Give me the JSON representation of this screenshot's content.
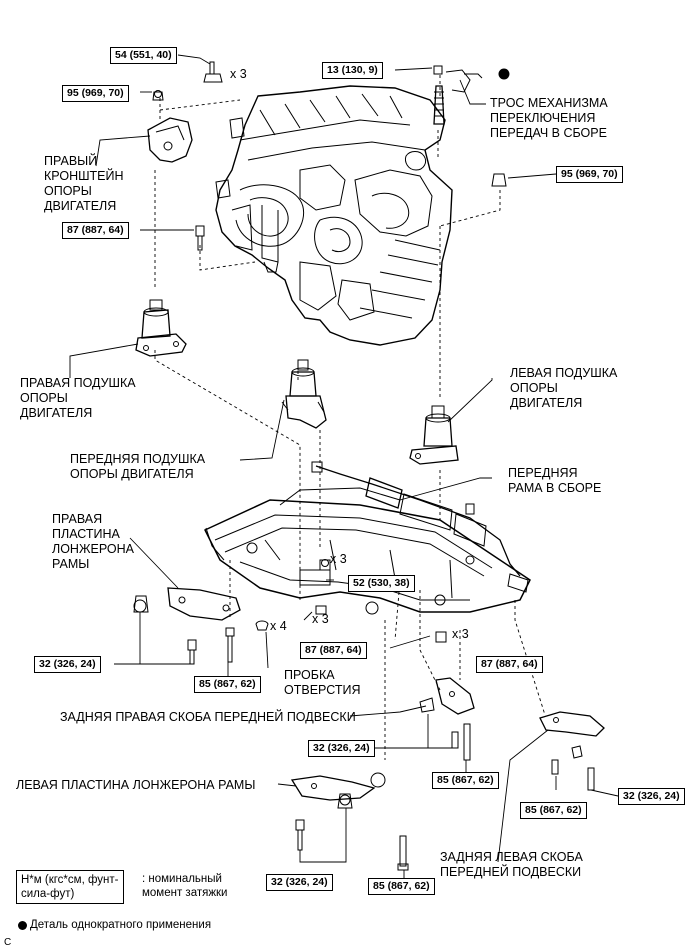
{
  "torques": {
    "t1": "54 (551, 40)",
    "t2": "95 (969, 70)",
    "t3": "13 (130, 9)",
    "t4": "95 (969, 70)",
    "t5": "87 (887, 64)",
    "t6": "52 (530, 38)",
    "t7": "87 (887, 64)",
    "t8": "87 (887, 64)",
    "t9": "32 (326, 24)",
    "t10": "85 (867, 62)",
    "t11": "32 (326, 24)",
    "t12": "85 (867, 62)",
    "t13": "85 (867, 62)",
    "t14": "32 (326, 24)",
    "t15": "32 (326, 24)",
    "t16": "85 (867, 62)"
  },
  "multipliers": {
    "m1": "x 3",
    "m2": "x 3",
    "m3": "x 3",
    "m4": "x 4",
    "m5": "x 3"
  },
  "parts": {
    "right_bracket": "ПРАВЫЙ\nКРОНШТЕЙН\nОПОРЫ\nДВИГАТЕЛЯ",
    "shift_cable": "ТРОС МЕХАНИЗМА\nПЕРЕКЛЮЧЕНИЯ\nПЕРЕДАЧ В СБОРЕ",
    "right_mount": "ПРАВАЯ ПОДУШКА\nОПОРЫ\nДВИГАТЕЛЯ",
    "left_mount": "ЛЕВАЯ ПОДУШКА\nОПОРЫ\nДВИГАТЕЛЯ",
    "front_mount": "ПЕРЕДНЯЯ ПОДУШКА\nОПОРЫ ДВИГАТЕЛЯ",
    "front_frame": "ПЕРЕДНЯЯ\nРАМА В СБОРЕ",
    "right_plate": "ПРАВАЯ\nПЛАСТИНА\nЛОНЖЕРОНА\nРАМЫ",
    "hole_plug": "ПРОБКА\nОТВЕРСТИЯ",
    "rear_right_brace": "ЗАДНЯЯ ПРАВАЯ СКОБА ПЕРЕДНЕЙ ПОДВЕСКИ",
    "left_plate": "ЛЕВАЯ ПЛАСТИНА ЛОНЖЕРОНА РАМЫ",
    "rear_left_brace": "ЗАДНЯЯ ЛЕВАЯ СКОБА\nПЕРЕДНЕЙ ПОДВЕСКИ"
  },
  "legend": {
    "unit": "Н*м (кгс*см, фунт-\nсила-фут)",
    "unit_desc": ": номинальный\nмомент затяжки",
    "single_use": "Деталь однократного применения"
  },
  "corner_letter": "C"
}
